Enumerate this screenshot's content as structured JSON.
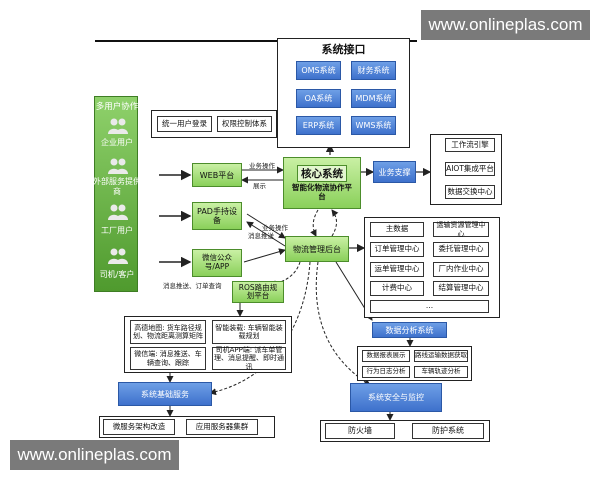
{
  "watermark_top": "www.onlineplas.com",
  "watermark_bottom": "www.onlineplas.com",
  "interface": {
    "title": "系统接口",
    "systems": [
      "OMS系统",
      "财务系统",
      "OA系统",
      "MDM系统",
      "ERP系统",
      "WMS系统"
    ]
  },
  "multi_user": {
    "title": "多用户协作",
    "users": [
      "企业用户",
      "外部服务提供商",
      "工厂用户",
      "司机/客户"
    ]
  },
  "login_box": [
    "统一用户登录",
    "权限控制体系"
  ],
  "core": {
    "title": "核心系统",
    "subtitle": "智能化物流协作平台"
  },
  "channels": [
    "WEB平台",
    "PAD手持设备",
    "微信公众号/APP"
  ],
  "logistics_center": "物流管理后台",
  "ros": "ROS路由规划平台",
  "business_support": "业务支撑",
  "support_items": [
    "工作流引擎",
    "AIOT集成平台",
    "数据交换中心"
  ],
  "modules": [
    "主数据",
    "运输资源管理中心",
    "订单管理中心",
    "委托管理中心",
    "运单管理中心",
    "厂内作业中心",
    "计费中心",
    "结算管理中心",
    "..."
  ],
  "data_analysis": {
    "title": "数据分析系统",
    "items": [
      "数据报表展示",
      "路线运输数据获取",
      "行为日志分析",
      "车辆轨迹分析"
    ]
  },
  "map_items": [
    "高德地图: 货车路径规划、物流距离测算矩阵",
    "智能装载: 车辆智能装载规划",
    "微信端: 消息推送、车辆查询、跟踪",
    "司机APP端: 派车单管理、消息提醒、即时通讯"
  ],
  "base_service": {
    "title": "系统基础服务",
    "items": [
      "微服务架构改造",
      "应用服务器集群"
    ]
  },
  "security": {
    "title": "系统安全与监控",
    "items": [
      "防火墙",
      "防护系统"
    ]
  },
  "labels": {
    "business_op_1": "业务操作",
    "display": "展示",
    "business_op_2": "业务操作",
    "msg_push_1": "消息推送",
    "msg_push_order": "消息推送、订单查询"
  }
}
